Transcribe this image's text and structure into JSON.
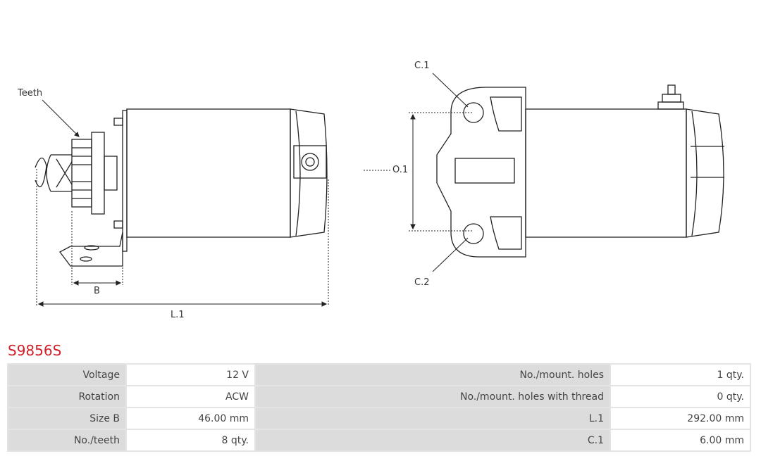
{
  "drawing": {
    "teeth": "Teeth",
    "b": "B",
    "l1": "L.1",
    "c1": "C.1",
    "c2": "C.2",
    "o1": "O.1"
  },
  "product": {
    "code": "S9856S"
  },
  "specs": [
    {
      "label": "Voltage",
      "value": "12 V",
      "label2": "No./mount. holes",
      "value2": "1 qty."
    },
    {
      "label": "Rotation",
      "value": "ACW",
      "label2": "No./mount. holes with thread",
      "value2": "0 qty."
    },
    {
      "label": "Size B",
      "value": "46.00 mm",
      "label2": "L.1",
      "value2": "292.00 mm"
    },
    {
      "label": "No./teeth",
      "value": "8 qty.",
      "label2": "C.1",
      "value2": "6.00 mm"
    }
  ]
}
